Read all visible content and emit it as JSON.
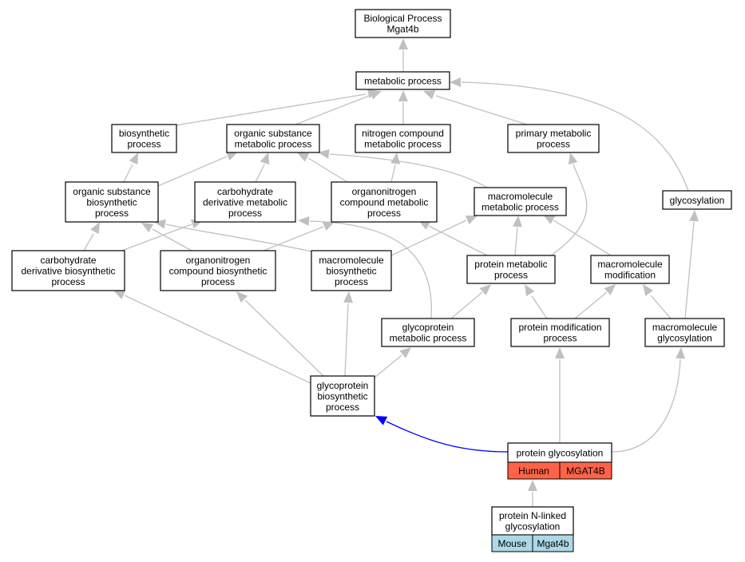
{
  "colors": {
    "edge": "#c0c0c0",
    "highlight_edge": "#0000ff",
    "human": "#ff6347",
    "mouse": "#add8e6"
  },
  "nodes": {
    "root": [
      "Biological Process",
      "Mgat4b"
    ],
    "metabolic": [
      "metabolic process"
    ],
    "biosynthetic": [
      "biosynthetic",
      "process"
    ],
    "org_sub_met": [
      "organic substance",
      "metabolic process"
    ],
    "nitrogen": [
      "nitrogen compound",
      "metabolic process"
    ],
    "primary": [
      "primary metabolic",
      "process"
    ],
    "glycosylation": [
      "glycosylation"
    ],
    "org_sub_bio": [
      "organic substance",
      "biosynthetic",
      "process"
    ],
    "carb_deriv_met": [
      "carbohydrate",
      "derivative metabolic",
      "process"
    ],
    "organonit_met": [
      "organonitrogen",
      "compound metabolic",
      "process"
    ],
    "macromol_met": [
      "macromolecule",
      "metabolic process"
    ],
    "carb_deriv_bio": [
      "carbohydrate",
      "derivative biosynthetic",
      "process"
    ],
    "organonit_bio": [
      "organonitrogen",
      "compound biosynthetic",
      "process"
    ],
    "macromol_bio": [
      "macromolecule",
      "biosynthetic",
      "process"
    ],
    "protein_met": [
      "protein metabolic",
      "process"
    ],
    "macromol_mod": [
      "macromolecule",
      "modification"
    ],
    "glycoprot_met": [
      "glycoprotein",
      "metabolic process"
    ],
    "prot_mod": [
      "protein modification",
      "process"
    ],
    "macromol_glyc": [
      "macromolecule",
      "glycosylation"
    ],
    "glycoprot_bio": [
      "glycoprotein",
      "biosynthetic",
      "process"
    ],
    "prot_glyc": [
      "protein glycosylation"
    ],
    "n_linked": [
      "protein N-linked",
      "glycosylation"
    ]
  },
  "annotations": {
    "prot_glyc": {
      "species": "Human",
      "gene": "MGAT4B"
    },
    "n_linked": {
      "species": "Mouse",
      "gene": "Mgat4b"
    }
  }
}
